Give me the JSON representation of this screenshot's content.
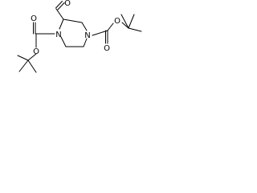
{
  "molecule": {
    "atoms": {
      "O_aldehyde": "O",
      "N_left": "N",
      "N_right": "N",
      "O_left_carbonyl": "O",
      "O_left_ester": "O",
      "O_right_carbonyl": "O",
      "O_right_ester": "O"
    },
    "colors": {
      "bond": "#000000",
      "text": "#000000",
      "background": "#ffffff"
    }
  }
}
